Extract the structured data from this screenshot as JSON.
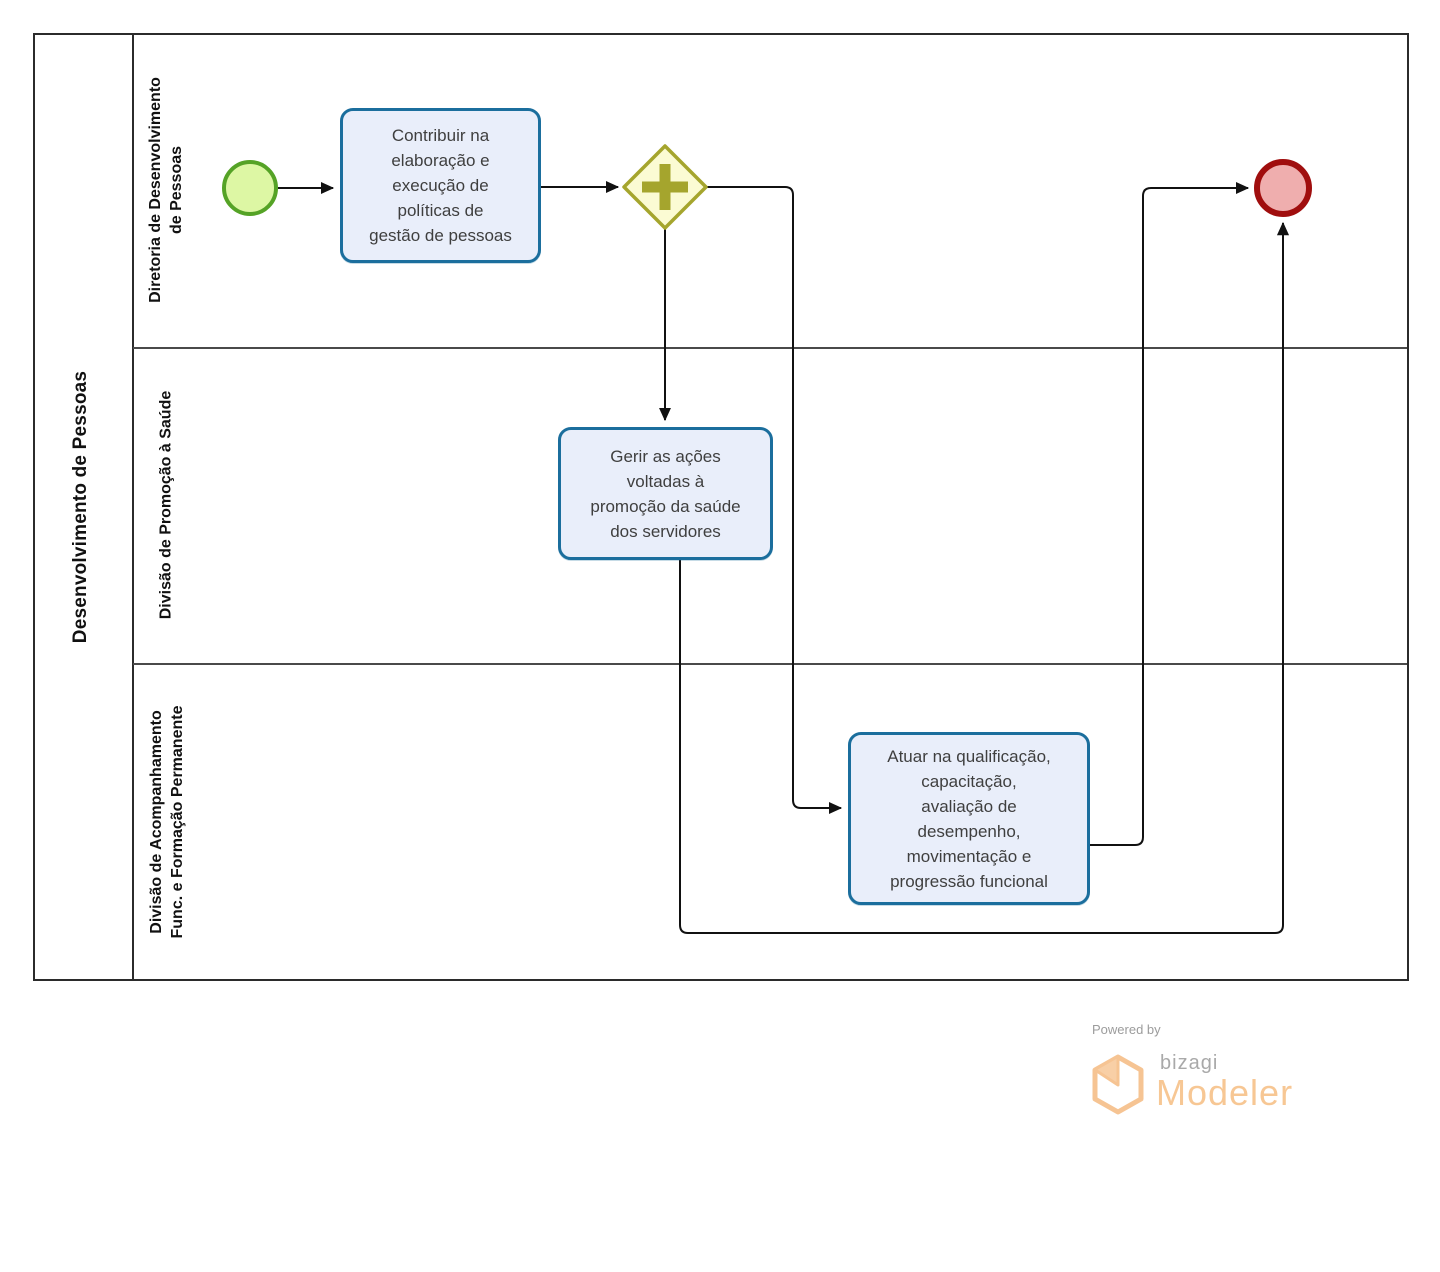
{
  "diagram": {
    "pool": {
      "label": "Desenvolvimento de Pessoas"
    },
    "lanes": [
      {
        "label": "Diretoria de Desenvolvimento\nde Pessoas"
      },
      {
        "label": "Divisão de Promoção à Saúde"
      },
      {
        "label": "Divisão de Acompanhamento\nFunc. e Formação Permanente"
      }
    ],
    "nodes": {
      "start_event": {
        "type": "start-event"
      },
      "task_contribuir": {
        "text": "Contribuir na\nelaboração e\nexecução de\npolíticas de\ngestão de pessoas"
      },
      "parallel_gateway": {
        "type": "parallel-gateway",
        "symbol": "+"
      },
      "task_gerir": {
        "text": "Gerir as ações\nvoltadas à\npromoção da saúde\ndos servidores"
      },
      "task_atuar": {
        "text": "Atuar na qualificação,\ncapacitação,\navaliação de\ndesempenho,\nmovimentação e\nprogressão funcional"
      },
      "end_event": {
        "type": "end-event"
      }
    },
    "colors": {
      "task_fill": "#E9EEFA",
      "task_border": "#1B6E9D",
      "gateway_fill": "#FBFBD3",
      "gateway_border": "#A5A52D",
      "start_fill": "#DDF7A4",
      "start_border": "#55A326",
      "end_fill": "#EFAEAE",
      "end_border": "#A00E0E",
      "connector": "#111111",
      "lane_line": "#4A4A4A",
      "pool_border": "#2B2B2B",
      "brand_orange": "#F7C794",
      "brand_gray": "#A9A9A9"
    }
  },
  "footer": {
    "powered_by": "Powered by",
    "brand": "bizagi",
    "product": "Modeler"
  }
}
